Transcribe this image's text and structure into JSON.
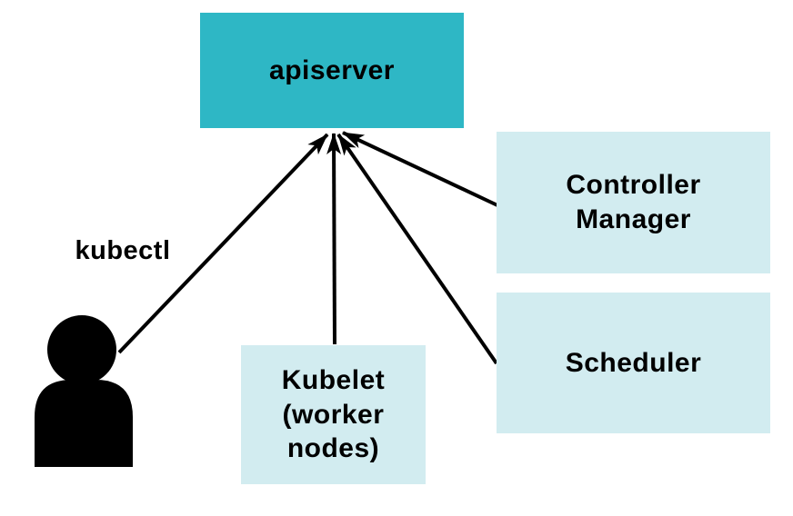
{
  "diagram": {
    "background": "#ffffff",
    "colors": {
      "apiserver_fill": "#2eb7c5",
      "component_fill": "#d2ecf0",
      "text": "#000000",
      "edge": "#000000"
    },
    "nodes": {
      "apiserver": {
        "label": "apiserver"
      },
      "controller_manager": {
        "label": "Controller\nManager"
      },
      "scheduler": {
        "label": "Scheduler"
      },
      "kubelet": {
        "label": "Kubelet\n(worker\nnodes)"
      },
      "user": {
        "label": "kubectl",
        "icon": "person-icon"
      }
    },
    "edges": [
      {
        "from": "user",
        "to": "apiserver"
      },
      {
        "from": "kubelet",
        "to": "apiserver"
      },
      {
        "from": "scheduler",
        "to": "apiserver"
      },
      {
        "from": "controller_manager",
        "to": "apiserver"
      }
    ]
  }
}
